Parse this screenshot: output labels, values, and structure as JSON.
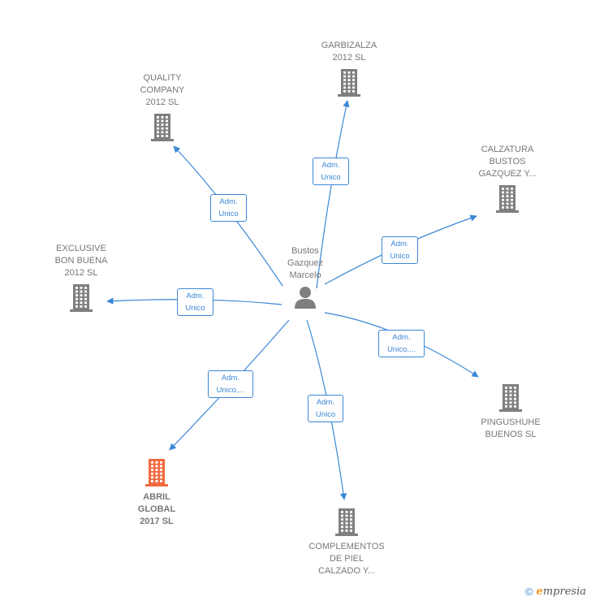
{
  "colors": {
    "edge": "#3a87d6",
    "company_icon": "#7f7f7f",
    "highlight_icon": "#f26a3f",
    "person_icon": "#7f7f7f"
  },
  "center": {
    "name": "Bustos\nGazquez\nMarcelo",
    "icon": "person-icon"
  },
  "companies": [
    {
      "id": "garbizalza",
      "name": "GARBIZALZA\n2012 SL",
      "highlight": false
    },
    {
      "id": "quality",
      "name": "QUALITY\nCOMPANY\n2012 SL",
      "highlight": false
    },
    {
      "id": "calzatura",
      "name": "CALZATURA\nBUSTOS\nGAZQUEZ Y...",
      "highlight": false
    },
    {
      "id": "exclusive",
      "name": "EXCLUSIVE\nBON BUENA\n2012 SL",
      "highlight": false
    },
    {
      "id": "pingushuhe",
      "name": "PINGUSHUHE\nBUENOS SL",
      "highlight": false
    },
    {
      "id": "abril",
      "name": "ABRIL\nGLOBAL\n2017  SL",
      "highlight": true
    },
    {
      "id": "complementos",
      "name": "COMPLEMENTOS\nDE PIEL\nCALZADO Y...",
      "highlight": false
    }
  ],
  "edges": [
    {
      "to": "garbizalza",
      "label": "Adm.\nUnico"
    },
    {
      "to": "quality",
      "label": "Adm.\nUnico"
    },
    {
      "to": "calzatura",
      "label": "Adm.\nUnico"
    },
    {
      "to": "exclusive",
      "label": "Adm.\nUnico"
    },
    {
      "to": "pingushuhe",
      "label": "Adm.\nUnico,..."
    },
    {
      "to": "abril",
      "label": "Adm.\nUnico,..."
    },
    {
      "to": "complementos",
      "label": "Adm.\nUnico"
    }
  ],
  "footer": {
    "copyright": "©",
    "brand_initial": "e",
    "brand_rest": "mpresia"
  }
}
